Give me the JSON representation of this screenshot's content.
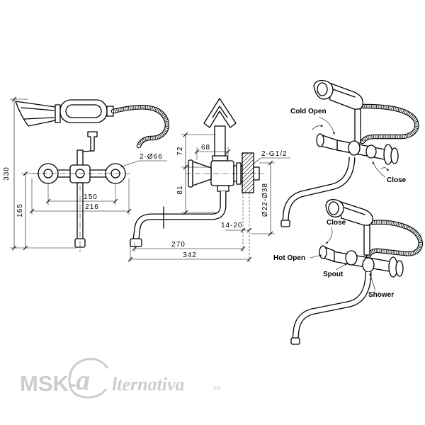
{
  "front_view": {
    "dim_total_height": "330",
    "dim_spout_height": "165",
    "dim_center_distance": "150",
    "dim_overall_width": "216",
    "dim_flange": "2-Ø66"
  },
  "side_view": {
    "dim_68": "68",
    "dim_72": "72",
    "dim_81": "81",
    "dim_thread": "2-G1/2",
    "dim_pipe": "Ø22-Ø38",
    "dim_wall": "14-20",
    "dim_spout_reach": "270",
    "dim_overall_depth": "342"
  },
  "perspective_views": {
    "cold_open": "Cold Open",
    "close_top": "Close",
    "close_bottom": "Close",
    "hot_open": "Hot Open",
    "spout": "Spout",
    "shower": "Shower"
  },
  "watermark": {
    "prefix": "MSK-",
    "at_letter": "a",
    "name": "lternativa",
    "domain": ".ru"
  }
}
